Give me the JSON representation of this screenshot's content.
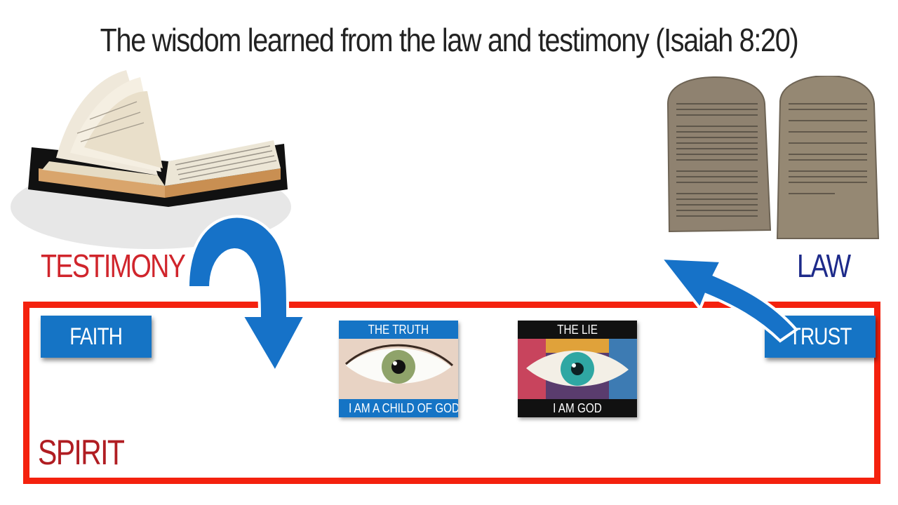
{
  "title": "The wisdom learned from the law and testimony (Isaiah 8:20)",
  "labels": {
    "testimony": "TESTIMONY",
    "law": "LAW",
    "spirit": "SPIRIT"
  },
  "buttons": {
    "faith": "FAITH",
    "trust": "TRUST"
  },
  "cards": {
    "truth": {
      "top": "THE TRUTH",
      "bottom": "I AM A CHILD OF GOD"
    },
    "lie": {
      "top": "THE LIE",
      "bottom": "I AM GOD"
    }
  },
  "colors": {
    "accent_blue": "#1574c5",
    "frame_red": "#f4210e",
    "testimony_red": "#d0252c",
    "law_navy": "#1d2a8a"
  },
  "icons": {
    "bible": "open-bible-icon",
    "tablets": "stone-tablets-icon",
    "arrow_down": "curved-arrow-down-icon",
    "arrow_up": "curved-arrow-up-icon"
  }
}
